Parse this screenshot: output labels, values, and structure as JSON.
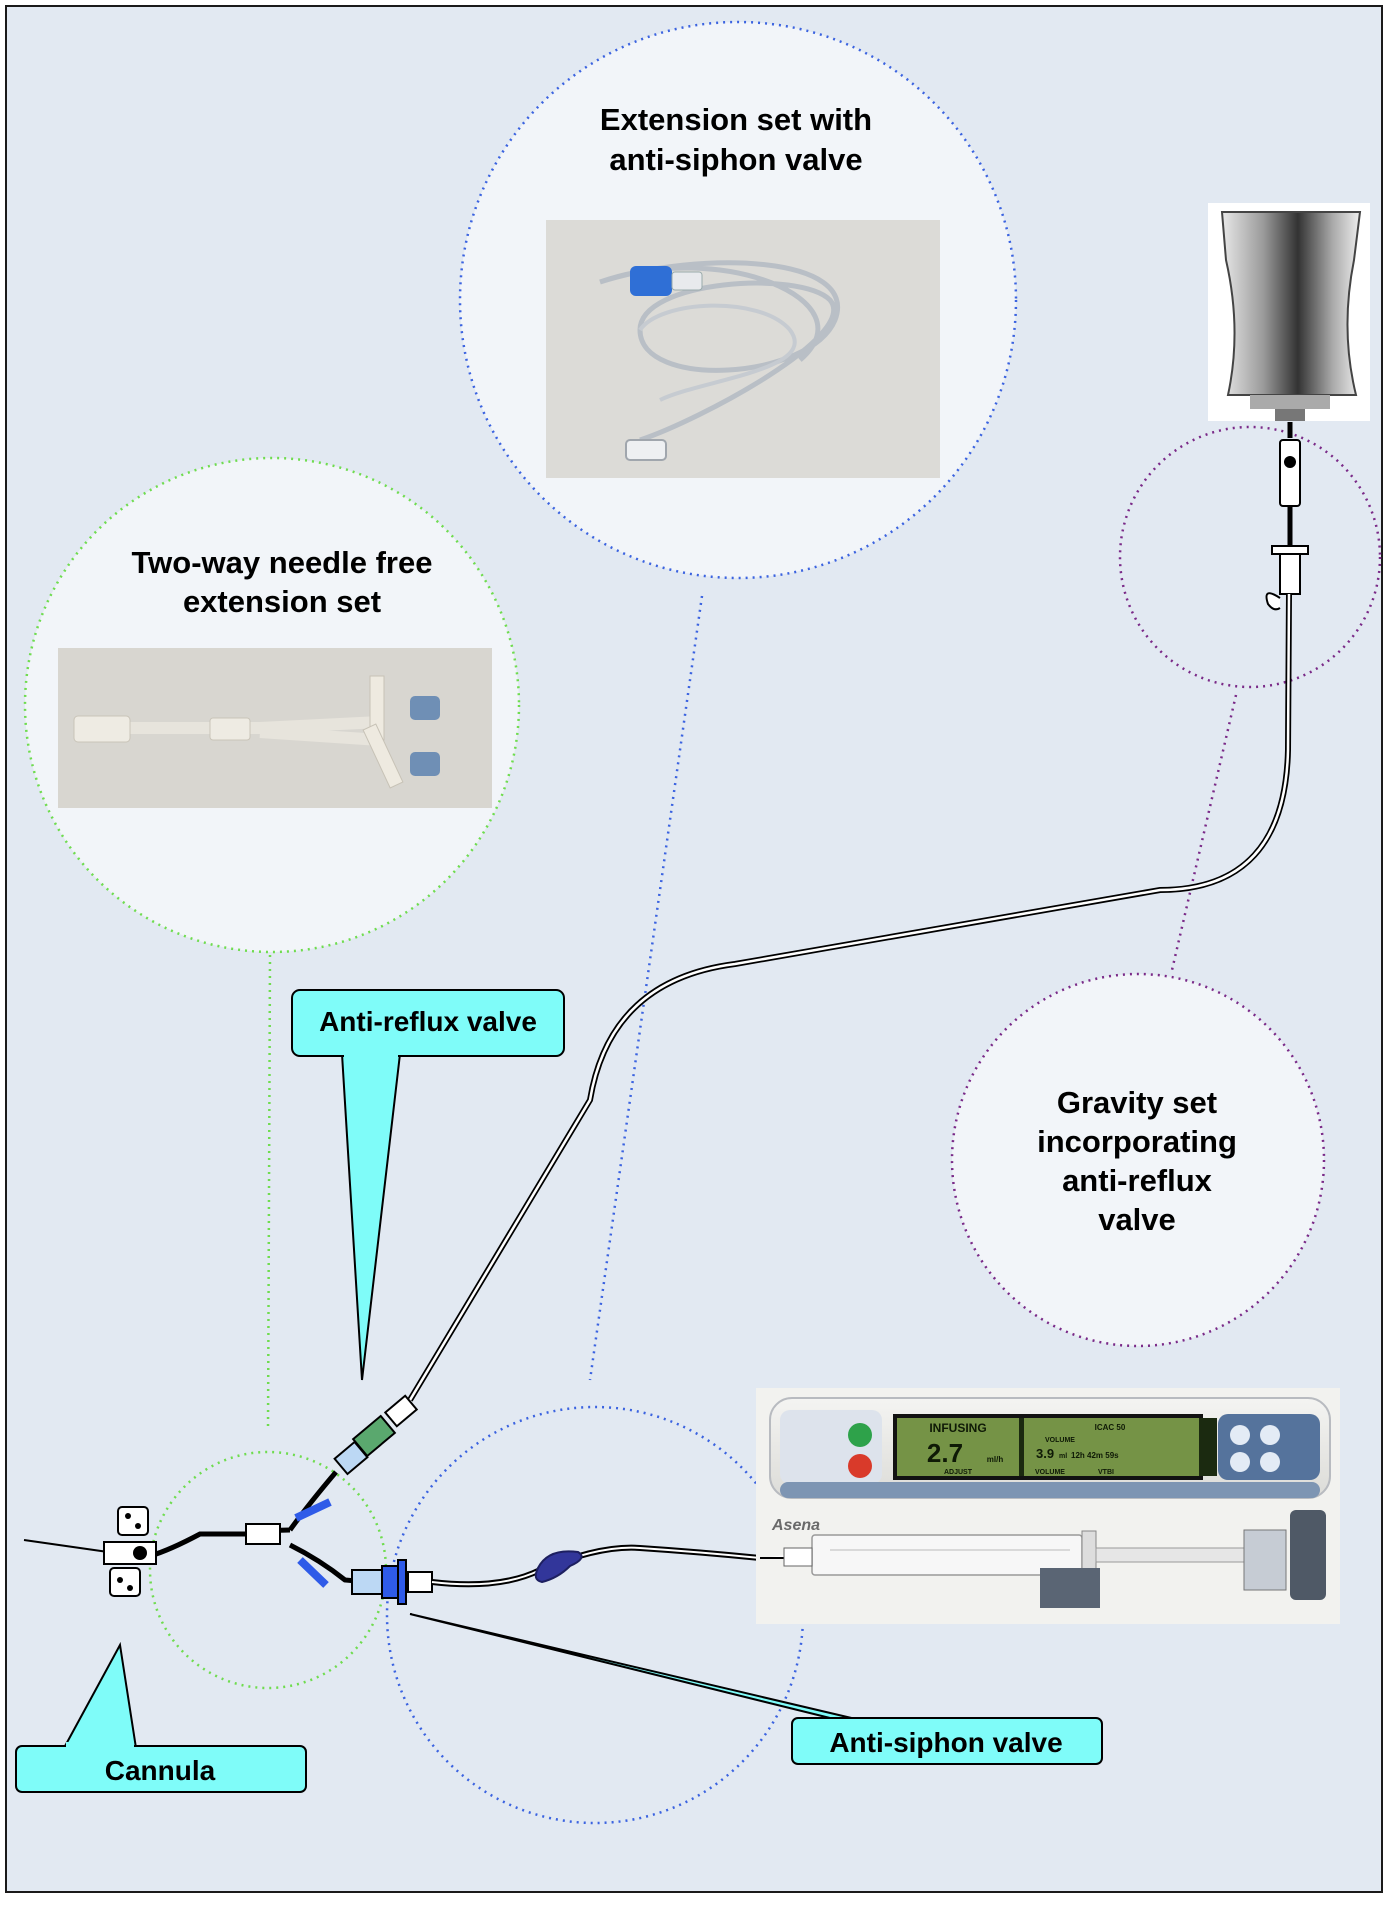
{
  "colors": {
    "background": "#e2e9f2",
    "frame": "#1a1a1a",
    "callout_fill": "#7ffcf9",
    "green_dotted": "#6fdc4f",
    "blue_dotted": "#3b63e0",
    "purple_dotted": "#7a2a88",
    "bubble_fill": "#f2f5f9",
    "valve_blue": "#2f5be8",
    "valve_green": "#5aa86e"
  },
  "bubbles": {
    "extension_set": {
      "line1": "Extension set with",
      "line2": "anti-siphon valve"
    },
    "two_way": {
      "line1": "Two-way needle free",
      "line2": "extension set"
    },
    "gravity": {
      "line1": "Gravity set",
      "line2": "incorporating",
      "line3": "anti-reflux",
      "line4": "valve"
    }
  },
  "callouts": {
    "anti_reflux": "Anti-reflux valve",
    "cannula": "Cannula",
    "anti_siphon": "Anti-siphon valve"
  },
  "pump": {
    "status": "INFUSING",
    "rate": "2.7",
    "rate_unit": "ml/h",
    "mode": "ICAC  50",
    "volume_label": "VOLUME",
    "volume_value": "3.9",
    "volume_unit": "ml",
    "time_left": "12h 42m 59s",
    "soft_key_1": "ADJUST",
    "soft_key_2": "VOLUME",
    "soft_key_3": "VTBI",
    "brand": "Asena"
  }
}
